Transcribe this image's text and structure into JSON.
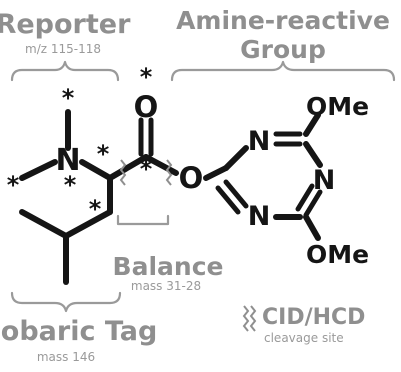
{
  "labels": {
    "reporter_title": "Reporter",
    "reporter_mass": "m/z 115-118",
    "amine_title_line1": "Amine-reactive",
    "amine_title_line2": "Group",
    "balance_title": "Balance",
    "balance_mass": "mass 31-28",
    "isobaric_title": "Isobaric Tag",
    "isobaric_mass": "mass 146",
    "cleavage_title": "CID/HCD",
    "cleavage_sub": "cleavage site"
  },
  "atoms": {
    "nitrogen": "N",
    "carbonyl_oxygen": "O",
    "ester_oxygen": "O",
    "triazine_n_top": "N",
    "triazine_n_right": "N",
    "triazine_n_bottom": "N",
    "methoxy_top": "OMe",
    "methoxy_bottom": "OMe"
  },
  "isotope_marker": "*",
  "colors": {
    "structure": "#151515",
    "label_text": "#8f8f8f",
    "brace": "#9a9a9a",
    "background": "#ffffff"
  }
}
